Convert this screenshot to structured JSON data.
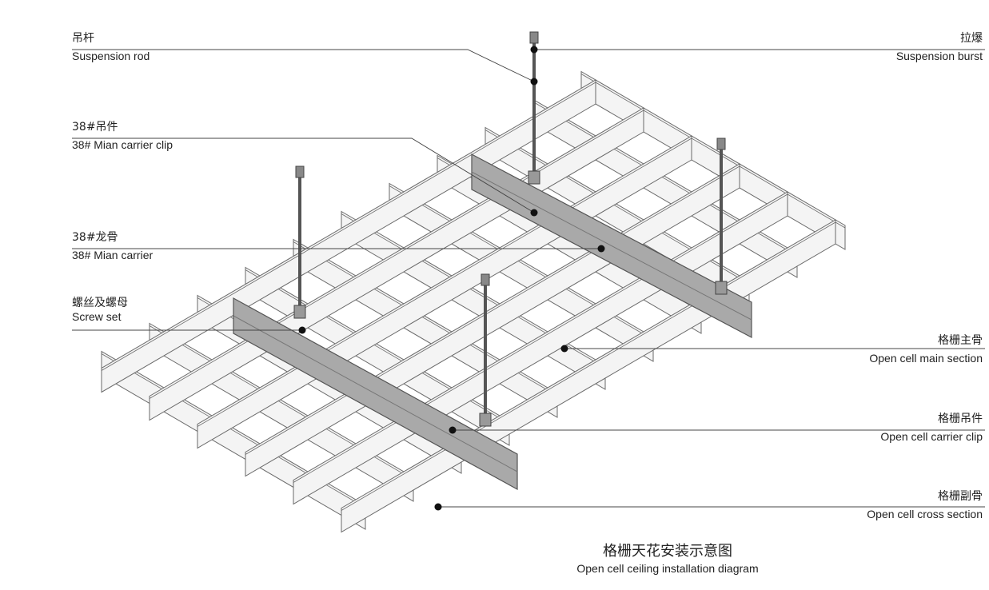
{
  "labels": {
    "suspension_rod": {
      "cn": "吊杆",
      "en": "Suspension rod"
    },
    "suspension_burst": {
      "cn": "拉爆",
      "en": "Suspension burst"
    },
    "main_carrier_clip": {
      "cn": "38#吊件",
      "en": "38# Mian carrier clip"
    },
    "main_carrier": {
      "cn": "38#龙骨",
      "en": "38# Mian carrier"
    },
    "screw_set": {
      "cn": "螺丝及螺母",
      "en": "Screw set"
    },
    "main_section": {
      "cn": "格栅主骨",
      "en": "Open cell main section"
    },
    "carrier_clip": {
      "cn": "格栅吊件",
      "en": "Open cell carrier clip"
    },
    "cross_section": {
      "cn": "格栅副骨",
      "en": "Open cell cross section"
    }
  },
  "caption": {
    "cn": "格栅天花安装示意图",
    "en": "Open cell ceiling installation diagram"
  },
  "colors": {
    "grid_face": "#f4f4f4",
    "grid_stroke": "#6a6a6a",
    "carrier": "#a9a9a9",
    "leader": "#444444",
    "dot": "#111111"
  }
}
